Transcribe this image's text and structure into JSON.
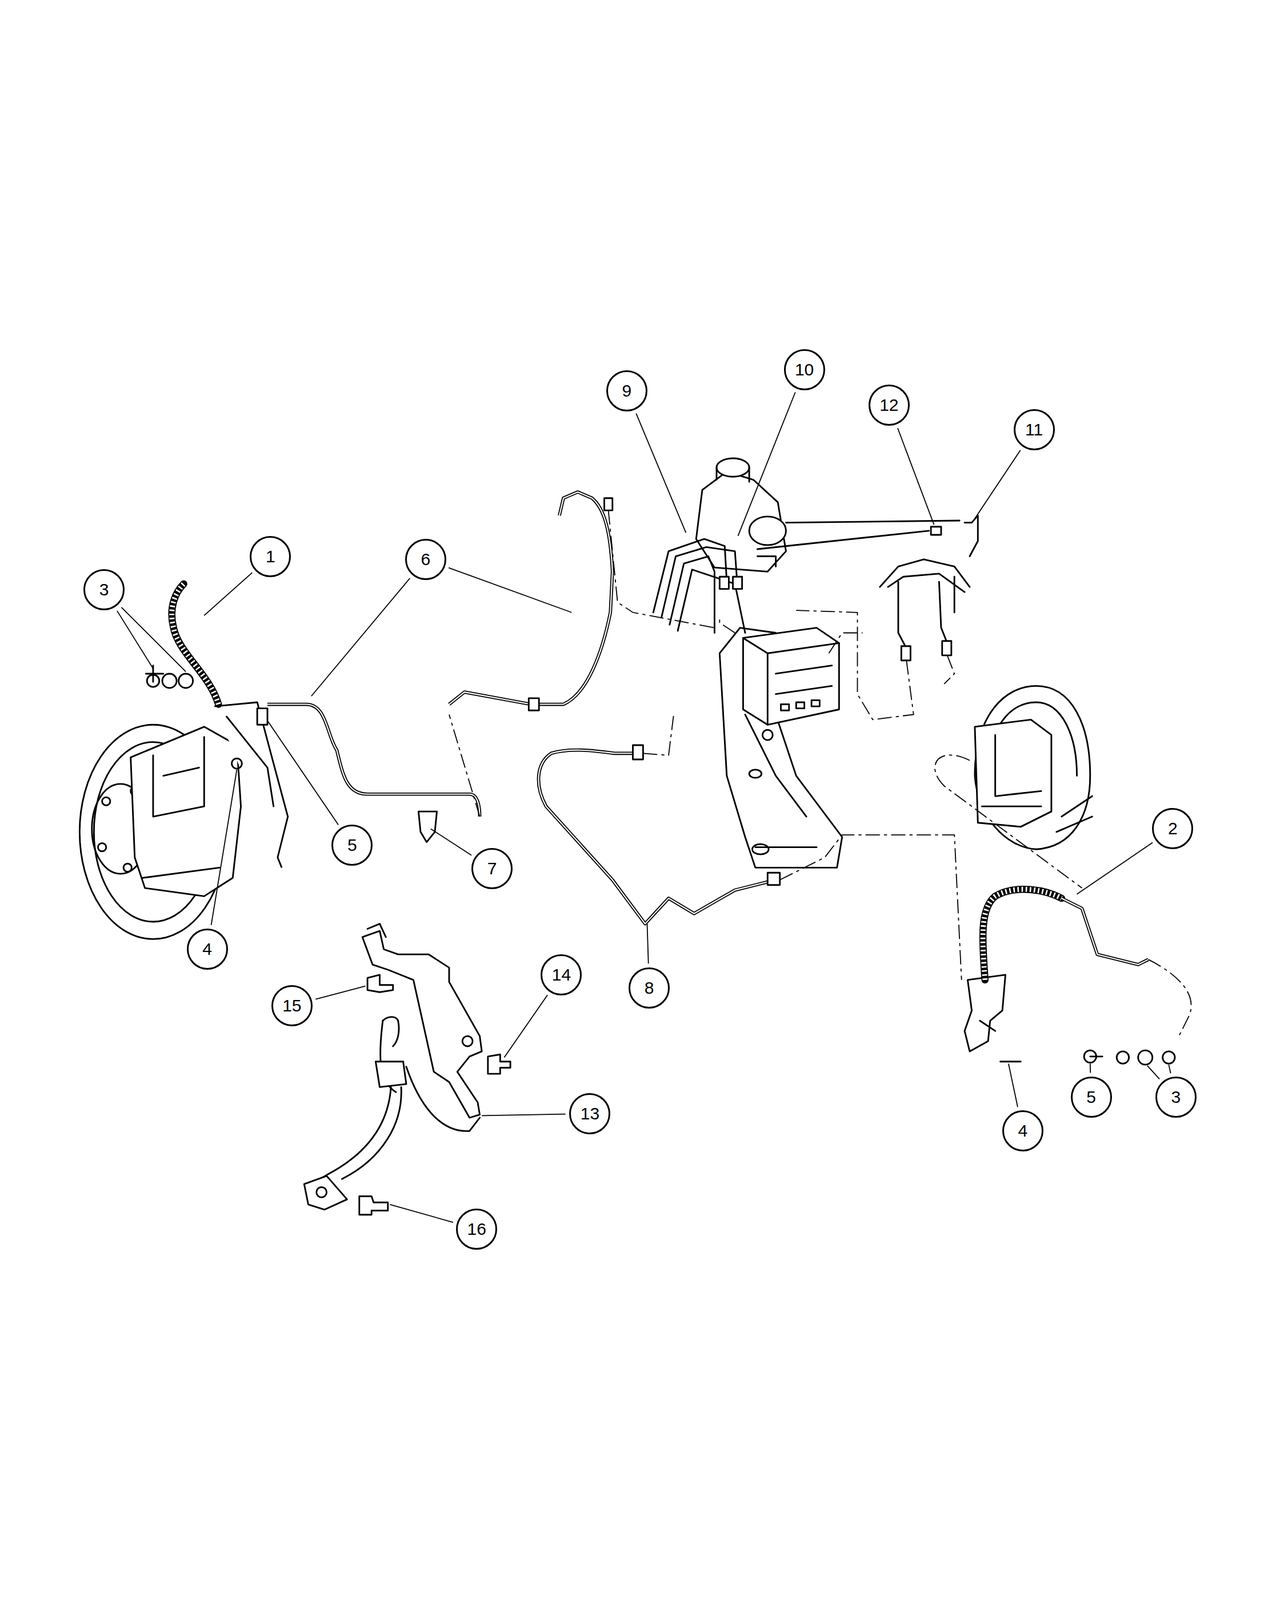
{
  "diagram": {
    "labels": [
      "10",
      "9",
      "12",
      "11",
      "1",
      "6",
      "3",
      "5",
      "2",
      "7",
      "4",
      "15",
      "14",
      "8",
      "13",
      "4",
      "5",
      "3",
      "16"
    ]
  }
}
